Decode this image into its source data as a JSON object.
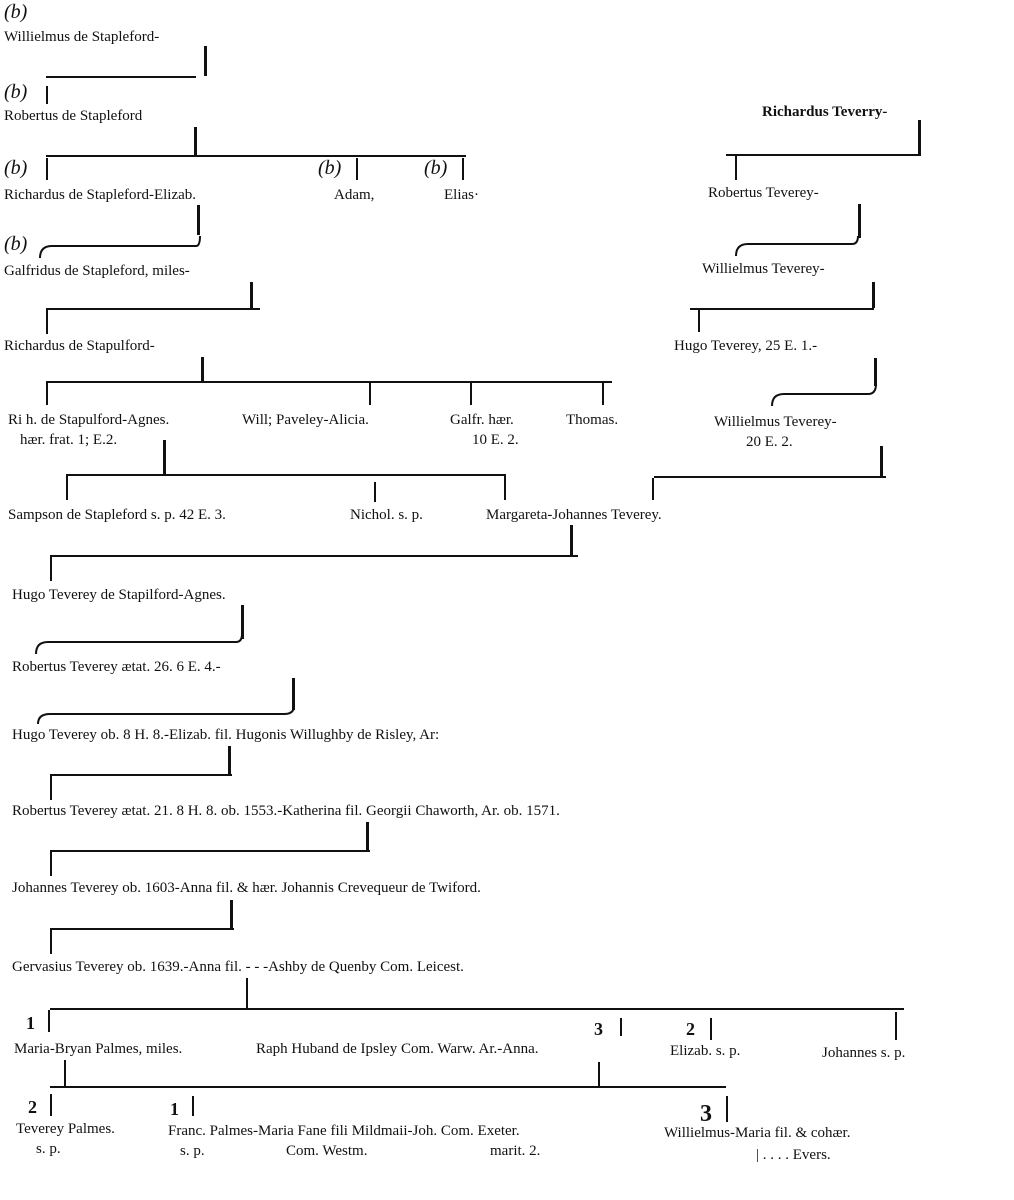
{
  "left_lineage": {
    "b_marker": "(b)",
    "willielmus_stapleford": "Willielmus de Stapleford-",
    "robertus_stapleford": "Robertus de Stapleford",
    "richardus_elizab": "Richardus de Stapleford-Elizab.",
    "adam": "Adam,",
    "elias": "Elias·",
    "galfridus": "Galfridus de Stapleford, miles-",
    "richardus_stapulford": "Richardus de Stapulford-",
    "rich_agnes": "Ri h. de Stapulford-Agnes.",
    "rich_agnes_note": "hær. frat. 1; E.2.",
    "will_paveley": "Will; Paveley-Alicia.",
    "galfr": "Galfr. hær.",
    "galfr_note": "10 E. 2.",
    "thomas": "Thomas.",
    "sampson": "Sampson de Stapleford s. p. 42 E. 3.",
    "nichol": "Nichol. s. p.",
    "margareta": "Margareta-Johannes Teverey."
  },
  "right_lineage": {
    "richardus_teverry": "Richardus Teverry-",
    "robertus_teverey": "Robertus Teverey-",
    "willielmus_teverey": "Willielmus Teverey-",
    "hugo_teverey": "Hugo Teverey, 25 E. 1.-",
    "willielmus_teverey_20": "Willielmus Teverey-",
    "willielmus_teverey_20_note": "20 E. 2."
  },
  "main_line": {
    "hugo_stapilford": "Hugo Teverey de Stapilford-Agnes.",
    "robertus_26": "Robertus Teverey ætat. 26. 6 E. 4.-",
    "hugo_ob": "Hugo Teverey ob. 8 H. 8.-Elizab. fil. Hugonis Willughby de Risley, Ar:",
    "robertus_21": "Robertus Teverey ætat. 21. 8 H. 8. ob. 1553.-Katherina fil. Georgii Chaworth, Ar. ob. 1571.",
    "johannes_1603": "Johannes Teverey ob. 1603-Anna fil. & hær. Johannis Crevequeur de Twiford.",
    "gervasius": "Gervasius Teverey ob. 1639.-Anna fil. - - -Ashby de Quenby Com. Leicest."
  },
  "gervasius_children": {
    "num_1": "1",
    "maria_bryan": "Maria-Bryan Palmes, miles.",
    "raph_huband": "Raph Huband de Ipsley Com. Warw. Ar.-Anna.",
    "num_3": "3",
    "num_2": "2",
    "elizab": "Elizab. s. p.",
    "johannes_sp": "Johannes s. p."
  },
  "grandchildren": {
    "num_2": "2",
    "teverey_palmes": "Teverey Palmes.",
    "teverey_palmes_note": "s. p.",
    "num_1": "1",
    "franc_palmes": "Franc. Palmes-Maria Fane fili Mildmaii-Joh. Com. Exeter.",
    "franc_palmes_note_a": "s. p.",
    "franc_palmes_note_b": "Com. Westm.",
    "franc_palmes_note_c": "marit. 2.",
    "num_3": "3",
    "willielmus_maria": "Willielmus-Maria fil. & cohær.",
    "evers": "| . . . . Evers."
  }
}
